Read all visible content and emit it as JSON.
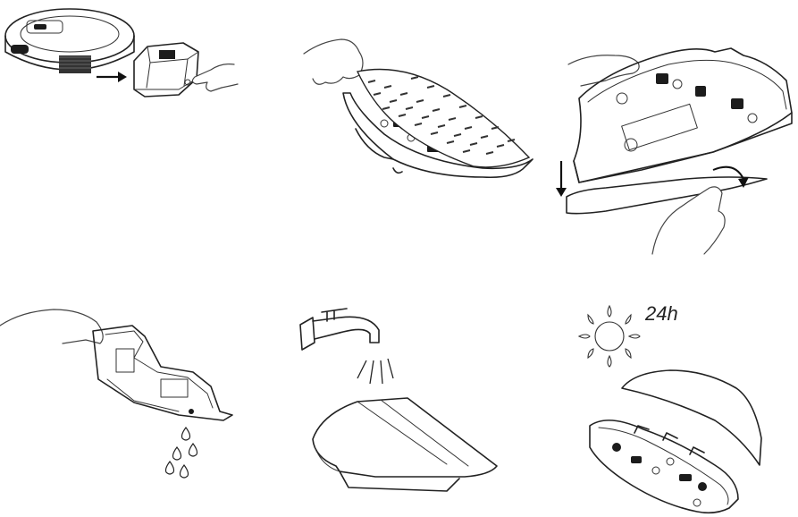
{
  "steps": [
    {
      "id": "step-1",
      "icon": "remove-water-tank-icon"
    },
    {
      "id": "step-2",
      "icon": "peel-mop-cloth-icon"
    },
    {
      "id": "step-3",
      "icon": "detach-mop-pad-icon"
    },
    {
      "id": "step-4",
      "icon": "drain-water-tank-icon"
    },
    {
      "id": "step-5",
      "icon": "wash-mop-under-tap-icon"
    },
    {
      "id": "step-6",
      "icon": "sun-dry-mop-icon"
    }
  ],
  "drying_time_label": "24h"
}
